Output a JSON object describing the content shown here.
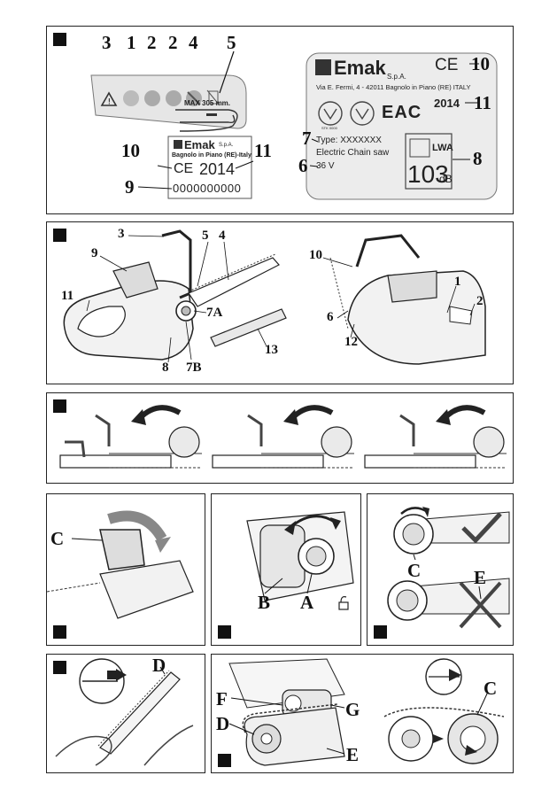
{
  "panel1": {
    "sticker": {
      "numbers": [
        "3",
        "1",
        "2",
        "2",
        "4",
        "5"
      ],
      "bar_length_text": "MAX 305 mm."
    },
    "small_label": {
      "brand": "Emak",
      "brand_suffix": "S.p.A.",
      "address": "Bagnolo in Piano (RE)-Italy",
      "ce": "CE",
      "year": "2014",
      "serial": "0000000000",
      "callouts": {
        "n10": "10",
        "n11": "11",
        "n9": "9"
      }
    },
    "big_label": {
      "brand": "Emak",
      "brand_suffix": "S.p.A.",
      "address": "Via E. Fermi, 4 - 42011 Bagnolo in Piano (RE) ITALY",
      "ce": "CE",
      "year": "2014",
      "eac": "EAC",
      "cert_text": "STK 0000",
      "type": "Type: XXXXXXX",
      "product": "Electric Chain saw",
      "voltage": "36 V",
      "lwa": "LWA",
      "db_value": "103",
      "db_unit": "dB",
      "callouts": {
        "n10": "10",
        "n11": "11",
        "n7": "7",
        "n6": "6",
        "n8": "8"
      }
    }
  },
  "panel2": {
    "left_callouts": [
      "3",
      "5",
      "4",
      "9",
      "11",
      "7A",
      "8",
      "7B",
      "13"
    ],
    "right_callouts": [
      "10",
      "1",
      "2",
      "6",
      "12"
    ]
  },
  "panel4": {
    "letter": "C"
  },
  "panel5": {
    "letters": [
      "B",
      "A"
    ]
  },
  "panel6": {
    "letters": [
      "C",
      "E"
    ]
  },
  "panel7": {
    "letter": "D"
  },
  "panel8": {
    "letters": [
      "F",
      "G",
      "D",
      "E",
      "C"
    ]
  },
  "colors": {
    "ink": "#111111",
    "gray": "#9a9a9a",
    "light": "#e4e4e4"
  }
}
